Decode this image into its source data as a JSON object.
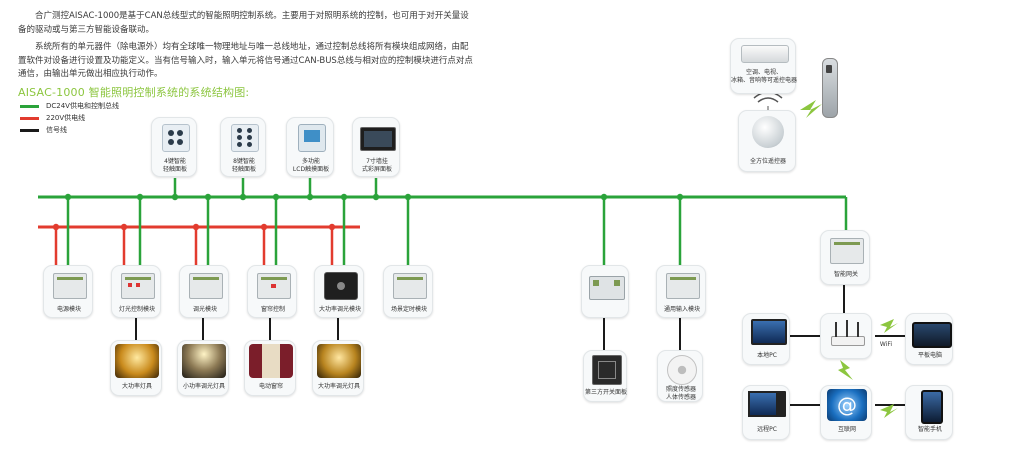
{
  "intro": {
    "p1": "合广测控AISAC-1000是基于CAN总线型式的智能照明控制系统。主要用于对照明系统的控制，也可用于对开关量设备的驱动或与第三方智能设备联动。",
    "p2": "系统所有的单元器件（除电源外）均有全球唯一物理地址与唯一总线地址，通过控制总线将所有模块组成网络，由配置软件对设备进行设置及功能定义。当有信号输入时，输入单元将信号通过CAN-BUS总线与相对应的控制模块进行点对点通信，由输出单元做出相应执行动作。"
  },
  "title": "AISAC-1000 智能照明控制系统的系统结构图:",
  "legend": [
    {
      "label": "DC24V供电和控制总线",
      "color": "#2aa33a"
    },
    {
      "label": "220V供电线",
      "color": "#e23b2e"
    },
    {
      "label": "信号线",
      "color": "#1a1a1a"
    }
  ],
  "panels": [
    "4键智能\n轻触面板",
    "8键智能\n轻触面板",
    "多功能\nLCD触摸面板",
    "7寸墙挂\n式彩屏面板"
  ],
  "modules": [
    "电源模块",
    "灯光控制模块",
    "调光模块",
    "窗帘控制",
    "大功率调光模块",
    "场景定时模块"
  ],
  "loads": [
    "大功率灯具",
    "小功率调光灯具",
    "电动窗帘",
    "大功率调光灯具"
  ],
  "input_module": "通用输入模块",
  "third_party_panel": "第三方开关面板",
  "sensor": "照度传感器\n人体传感器",
  "ir_device": "空调、电视、\n冰箱、音响等可遥控电器",
  "ir_controller": "全方位遥控器",
  "gateway": "智能网关",
  "local_pc": "本地PC",
  "tablet": "平板电脑",
  "wifi": "WiFi",
  "remote_pc": "远程PC",
  "internet": "互联网",
  "phone": "智能手机",
  "colors": {
    "bus": "#2aa33a",
    "power": "#e23b2e",
    "signal": "#1a1a1a",
    "title": "#8cc63f"
  }
}
